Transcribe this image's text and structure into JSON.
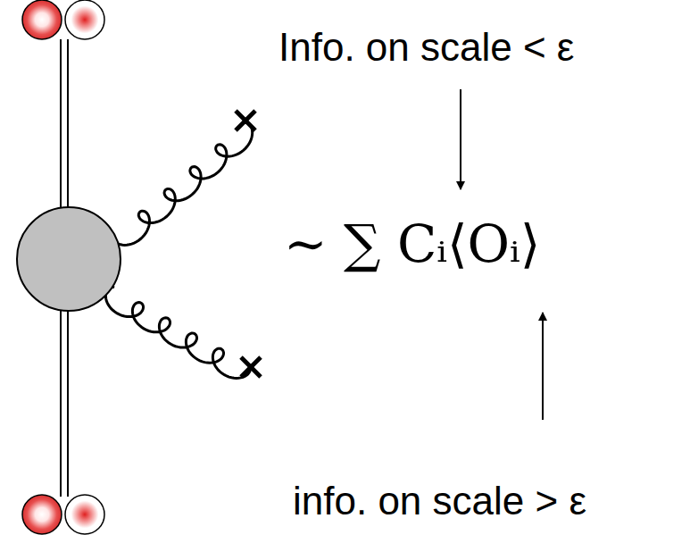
{
  "diagram": {
    "labels": [
      "Info. on scale < ε",
      "∼ ∑ Cᵢ⟨Oᵢ⟩",
      "info. on scale > ε"
    ]
  }
}
